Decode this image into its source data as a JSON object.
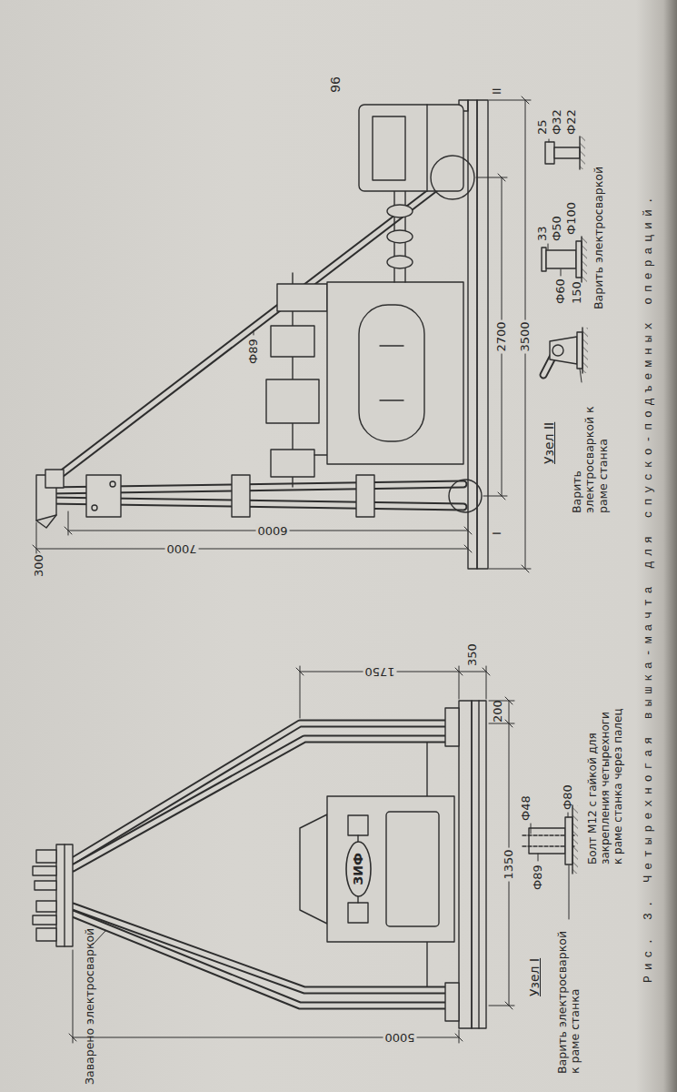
{
  "diagram": {
    "caption": "Рис. 3. Четырехногая вышка-мачта для спуско-подъемных операций.",
    "nodes": [
      {
        "text": [
          "ЗИФ"
        ]
      }
    ],
    "labels": [
      "96",
      "Заварено электросваркой",
      "1750",
      "350",
      "200",
      "1350",
      "5000",
      "Узел I",
      "Варить электросваркой к раме станка",
      "Ф89",
      "Ф48",
      "Ф80",
      "Болт М12 с гайкой для закрепления четырехноги к раме станка через палец",
      "Ф89",
      "300",
      "6000",
      "7000",
      "2700",
      "3500",
      "I",
      "II",
      "Узел II",
      "Варить электросваркой к раме станка",
      "Варить электросваркой",
      "Ф60",
      "150",
      "33",
      "Ф50",
      "Ф100",
      "25",
      "Ф32",
      "Ф22"
    ]
  }
}
